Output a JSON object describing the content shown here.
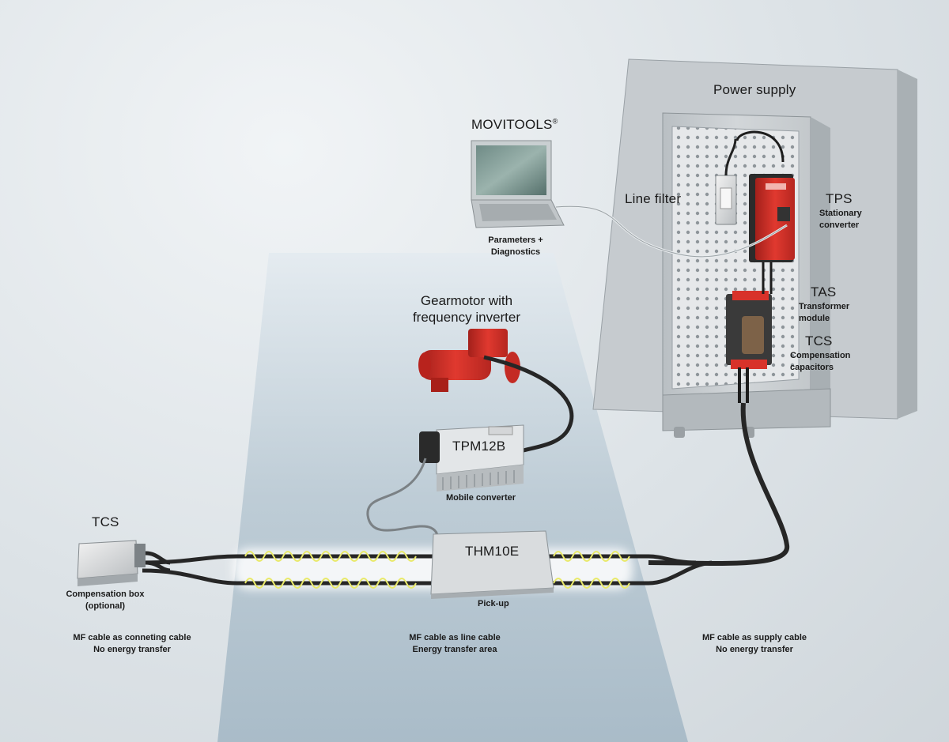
{
  "labels": {
    "power_supply": "Power supply",
    "movitools": "MOVITOOLS",
    "movitools_reg": "®",
    "parameters_line1": "Parameters +",
    "parameters_line2": "Diagnostics",
    "line_filter": "Line filter",
    "tps": "TPS",
    "tps_desc_line1": "Stationary",
    "tps_desc_line2": "converter",
    "tas": "TAS",
    "tas_desc_line1": "Transformer",
    "tas_desc_line2": "module",
    "tcs_right": "TCS",
    "tcs_right_desc_line1": "Compensation",
    "tcs_right_desc_line2": "capacitors",
    "gearmotor_line1": "Gearmotor with",
    "gearmotor_line2": "frequency inverter",
    "tpm": "TPM12B",
    "tpm_desc": "Mobile converter",
    "tcs_left": "TCS",
    "comp_box_line1": "Compensation box",
    "comp_box_line2": "(optional)",
    "thm": "THM10E",
    "pickup": "Pick-up",
    "left_cable_line1": "MF cable as conneting cable",
    "left_cable_line2": "No energy transfer",
    "middle_cable_line1": "MF cable as line cable",
    "middle_cable_line2": "Energy transfer area",
    "right_cable_line1": "MF cable as supply cable",
    "right_cable_line2": "No energy transfer"
  },
  "colors": {
    "accent_red": "#d8322a",
    "energy_yellow": "#e9e96a",
    "energy_strip": "#a9bdc9",
    "cabinet": "#cfd3d6"
  },
  "icons": [
    "laptop-icon",
    "line-filter-icon",
    "stationary-converter-icon",
    "transformer-module-icon",
    "gearmotor-icon",
    "mobile-converter-icon",
    "compensation-box-icon",
    "pickup-icon"
  ]
}
